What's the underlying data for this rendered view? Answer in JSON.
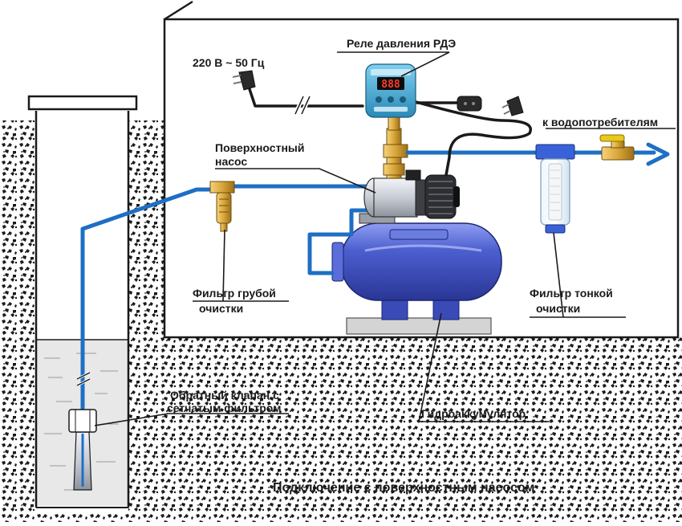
{
  "labels": {
    "power": "220 В ~ 50 Гц",
    "relay": "Реле давления РДЭ",
    "consumers": "к водопотребителям",
    "pump_line1": "Поверхностный",
    "pump_line2": "насос",
    "coarse_line1": "Фильтр грубой",
    "coarse_line2": "очистки",
    "fine_line1": "Фильтр тонкой",
    "fine_line2": "очистки",
    "valve_line1": "Обратный клапан с",
    "valve_line2": "сетчатым фильтром",
    "accumulator": "Гидроаккумулятор"
  },
  "caption": "Подключение с поверхностным насосом",
  "relay_display": "888",
  "colors": {
    "pipe": "#1e6fc4",
    "ground": "#1a1a1a",
    "water": "#e8e8e8",
    "tank": "#4c5fd0",
    "relay": "#3aa8d8",
    "brass": "#d8a63a",
    "steel": "#c8ccd4"
  }
}
